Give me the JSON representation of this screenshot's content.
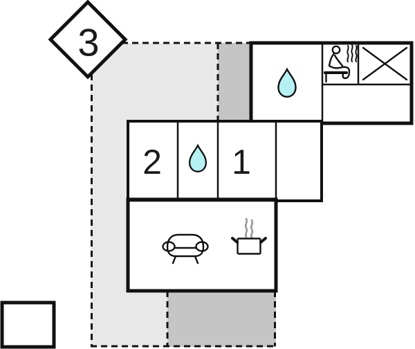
{
  "plan": {
    "type": "holiday-home-floor-plan",
    "labels": {
      "diamond": "3",
      "bedroom_left": "2",
      "bedroom_right": "1"
    },
    "colors": {
      "background": "#ffffff",
      "terrace_light": "#e8e8e8",
      "terrace_dark": "#c5c5c5",
      "wall": "#111111",
      "water_drop": "#b5f1f2",
      "steam": "#999999"
    },
    "icons": [
      {
        "name": "water-drop-icon",
        "meaning": "water/bathroom",
        "count": 2
      },
      {
        "name": "sauna-icon",
        "meaning": "sauna"
      },
      {
        "name": "x-mark-icon",
        "meaning": "crossed box"
      },
      {
        "name": "sofa-icon",
        "meaning": "living room"
      },
      {
        "name": "cooking-pot-icon",
        "meaning": "kitchen"
      }
    ],
    "areas": [
      {
        "name": "terrace",
        "style": "light-gray dashed outline"
      },
      {
        "name": "covered-terrace-top",
        "style": "dark-gray"
      },
      {
        "name": "covered-terrace-bottom",
        "style": "dark-gray"
      },
      {
        "name": "annex-box",
        "style": "small white rectangle bottom-left"
      }
    ]
  }
}
